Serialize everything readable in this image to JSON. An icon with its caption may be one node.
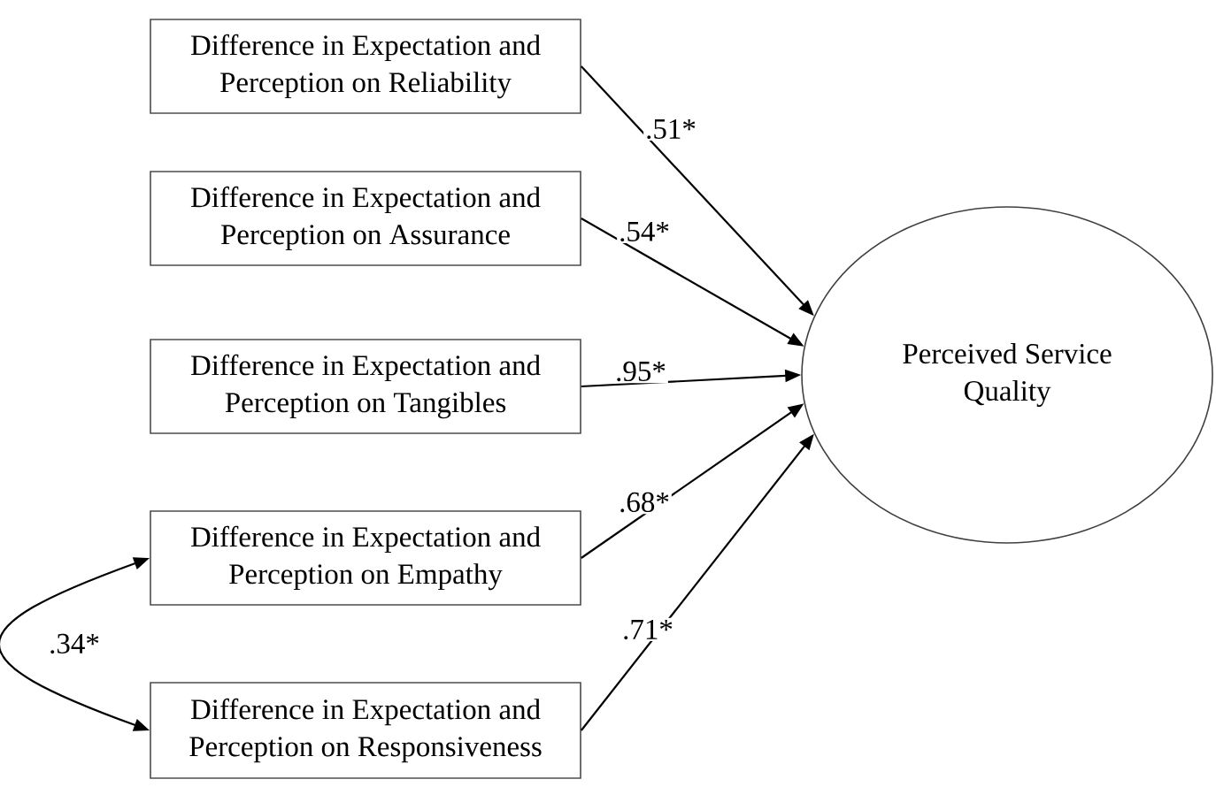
{
  "diagram": {
    "nodes": [
      {
        "text": [
          "Difference in Expectation and Perception on Reliability"
        ]
      },
      {
        "text": [
          "Difference in Expectation and Perception on Assurance"
        ]
      },
      {
        "text": [
          "Difference in Expectation and Perception on Tangibles"
        ]
      },
      {
        "text": [
          "Difference in Expectation and Perception on Empathy"
        ]
      },
      {
        "text": [
          "Difference in Expectation and Perception on Responsiveness"
        ]
      },
      {
        "text": [
          "Perceived Service Quality"
        ]
      }
    ],
    "edges": [
      {
        "from": 0,
        "to": 5,
        "arrow": "to",
        "label": ".51*"
      },
      {
        "from": 1,
        "to": 5,
        "arrow": "to",
        "label": ".54*"
      },
      {
        "from": 2,
        "to": 5,
        "arrow": "to",
        "label": ".95*"
      },
      {
        "from": 3,
        "to": 5,
        "arrow": "to",
        "label": ".68*"
      },
      {
        "from": 4,
        "to": 5,
        "arrow": "to",
        "label": ".71*"
      },
      {
        "from": 3,
        "to": 4,
        "arrow": "both",
        "label": ".34*"
      }
    ]
  }
}
